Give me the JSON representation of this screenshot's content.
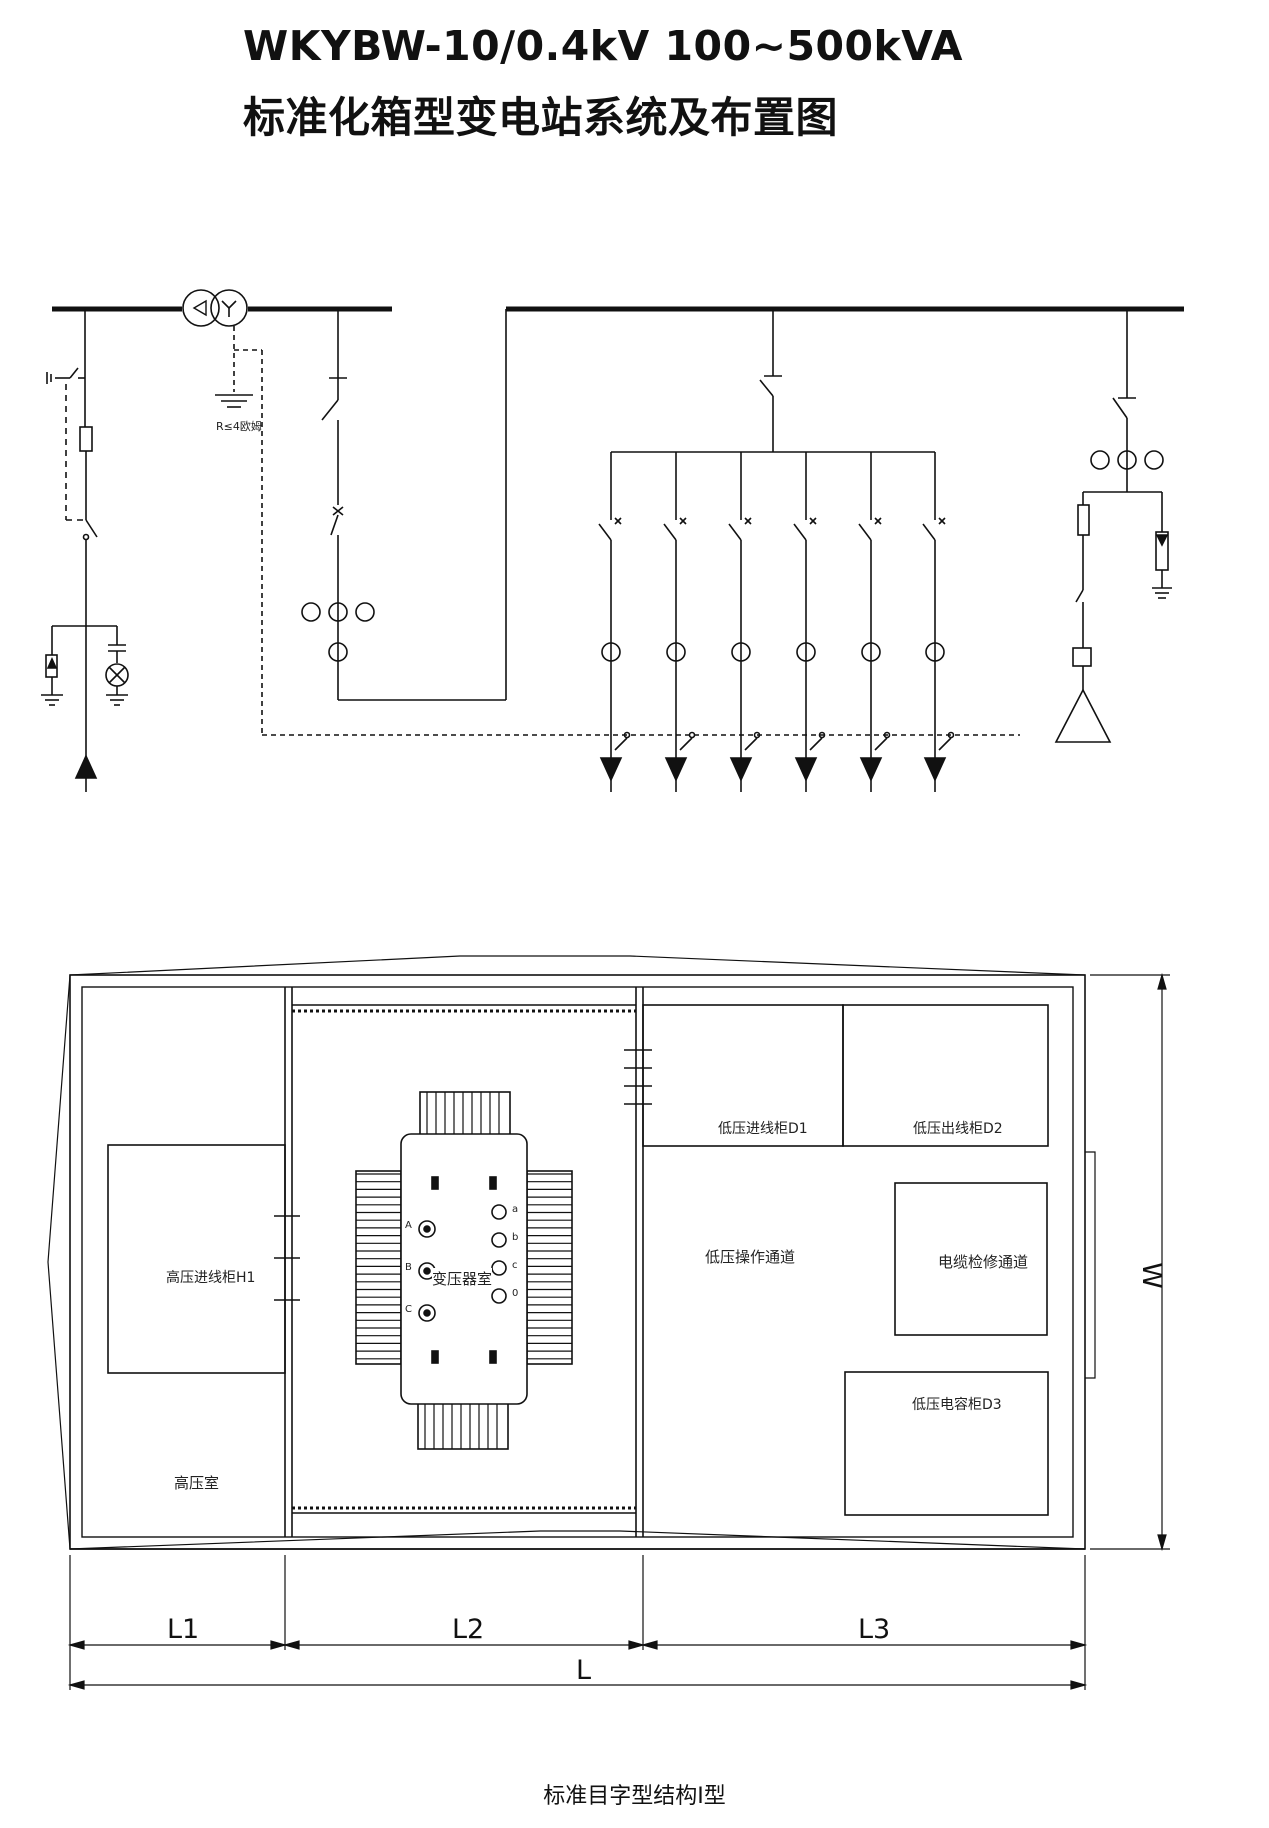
{
  "title": {
    "line1": "WKYBW-10/0.4kV 100~500kVA",
    "line2": "标准化箱型变电站系统及布置图"
  },
  "single_line": {
    "ground_resistance": "R≤4欧姆"
  },
  "layout": {
    "rooms": {
      "hv_room": "高压室",
      "hv_incoming_cabinet": "高压进线柜H1",
      "transformer_room": "变压器室",
      "lv_incoming_cabinet": "低压进线柜D1",
      "lv_outgoing_cabinet": "低压出线柜D2",
      "lv_operation_aisle": "低压操作通道",
      "cable_maintenance_aisle": "电缆检修通道",
      "lv_capacitor_cabinet": "低压电容柜D3"
    },
    "phases_left": [
      "A",
      "B",
      "C"
    ],
    "phases_right": [
      "a",
      "b",
      "c",
      "0"
    ],
    "dimensions": {
      "l1": "L1",
      "l2": "L2",
      "l3": "L3",
      "l": "L",
      "w": "W"
    },
    "caption": "标准目字型结构I型"
  }
}
